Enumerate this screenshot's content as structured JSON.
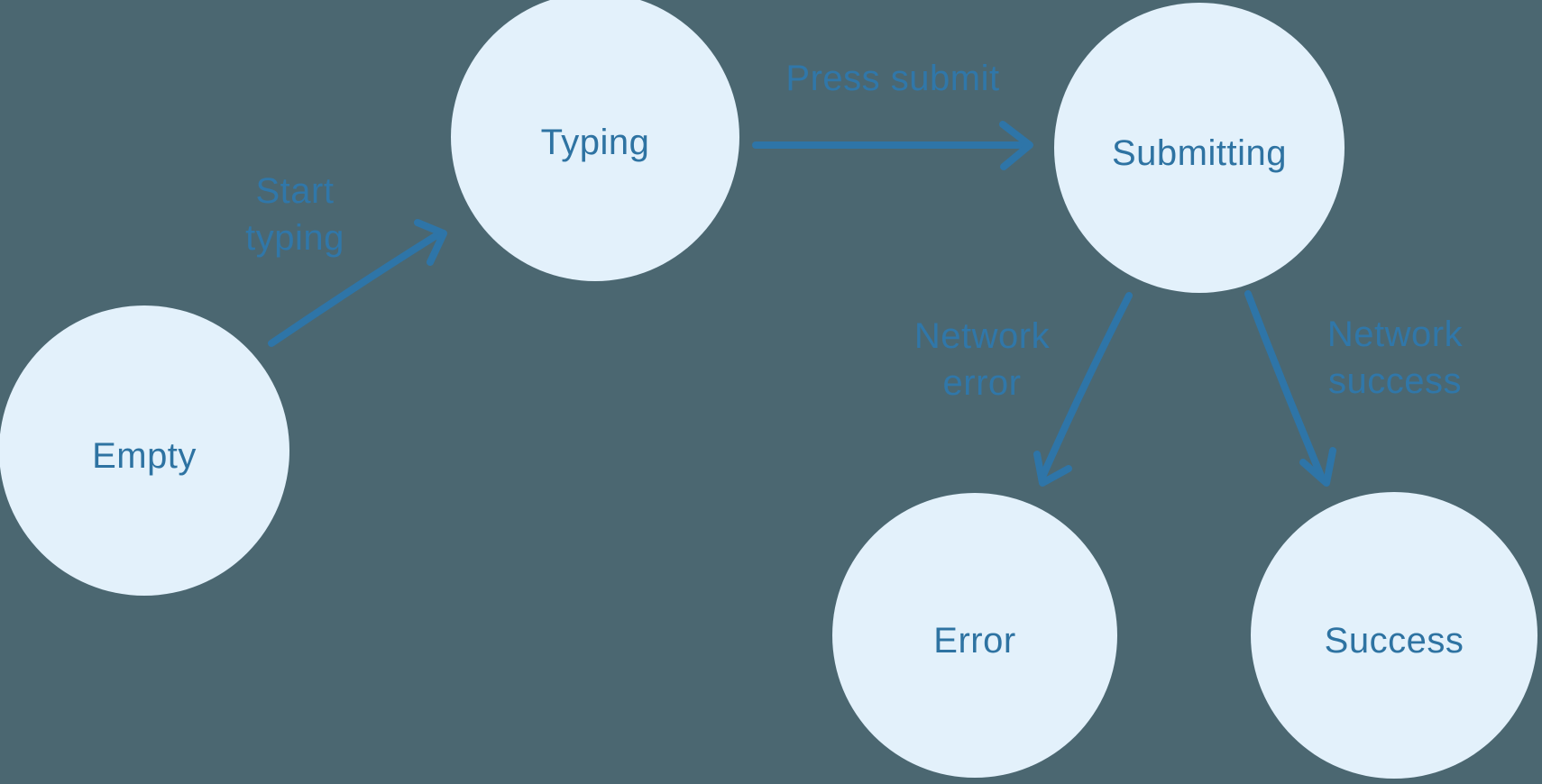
{
  "diagram": {
    "type": "state-machine",
    "states": [
      {
        "id": "empty",
        "label": "Empty"
      },
      {
        "id": "typing",
        "label": "Typing"
      },
      {
        "id": "submitting",
        "label": "Submitting"
      },
      {
        "id": "error",
        "label": "Error"
      },
      {
        "id": "success",
        "label": "Success"
      }
    ],
    "transitions": [
      {
        "from": "empty",
        "to": "typing",
        "label_line1": "Start",
        "label_line2": "typing"
      },
      {
        "from": "typing",
        "to": "submitting",
        "label_line1": "Press submit",
        "label_line2": ""
      },
      {
        "from": "submitting",
        "to": "error",
        "label_line1": "Network",
        "label_line2": "error"
      },
      {
        "from": "submitting",
        "to": "success",
        "label_line1": "Network",
        "label_line2": "success"
      }
    ],
    "colors": {
      "background": "#4B6771",
      "state_fill": "#E3F1FB",
      "state_text": "#2E73A2",
      "edge_stroke": "#2E75A8",
      "edge_text": "#3077A9"
    }
  }
}
